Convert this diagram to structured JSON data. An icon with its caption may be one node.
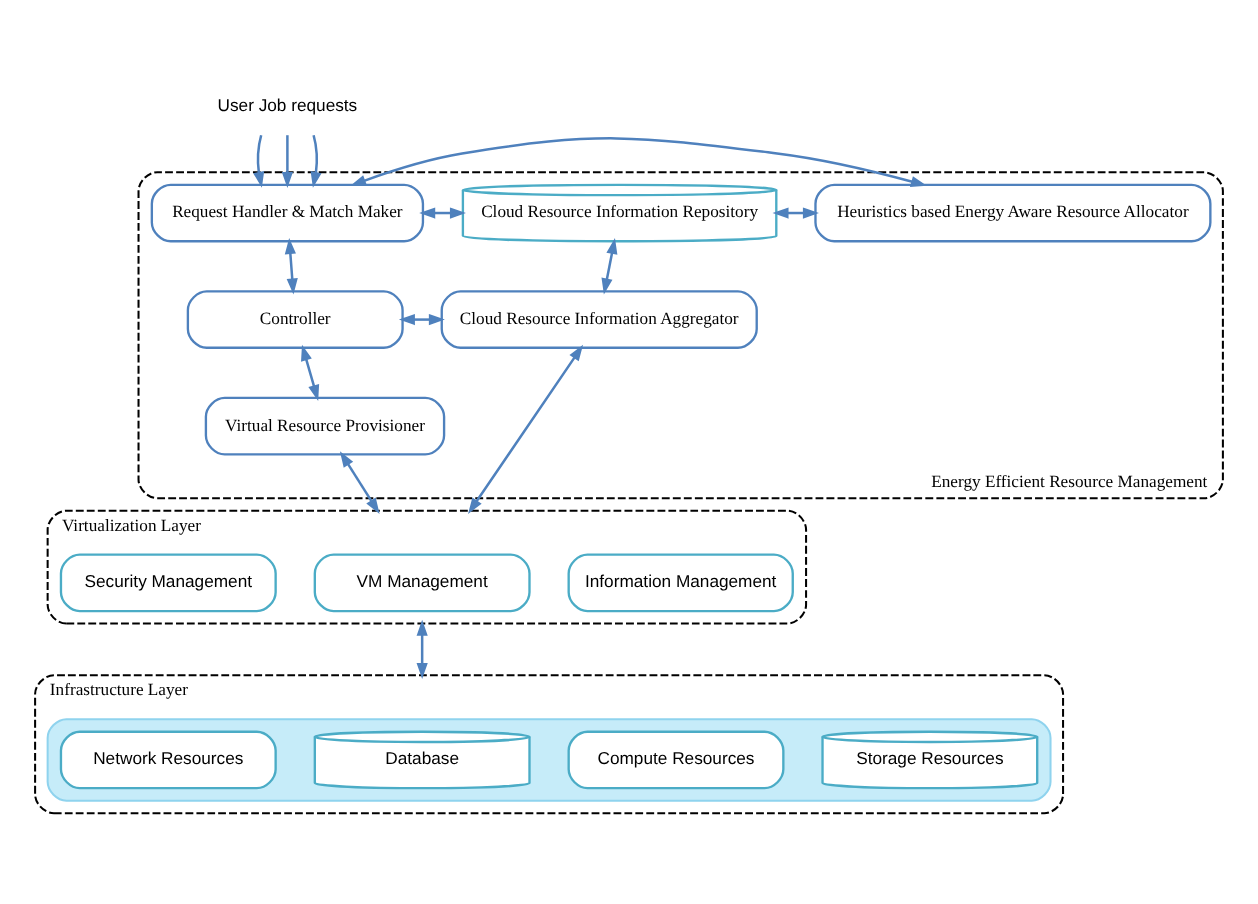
{
  "diagram": {
    "nodes": [
      {
        "text": [
          "Energy Efficient Resource Management"
        ]
      },
      {
        "text": [
          "Request Handler & Match Maker"
        ],
        "in": 0
      },
      {
        "text": [
          "Heuristics based Energy Aware Resource Allocator"
        ],
        "in": 0
      },
      {
        "text": [
          "Cloud Resource Information Repository"
        ],
        "in": 0
      },
      {
        "text": [
          "Controller"
        ],
        "in": 0
      },
      {
        "text": [
          "Cloud Resource Information Aggregator"
        ],
        "in": 0
      },
      {
        "text": [
          "Virtual Resource Provisioner"
        ],
        "in": 0
      },
      {
        "text": [
          "Virtualization Layer"
        ]
      },
      {
        "text": [
          "Information Management"
        ],
        "in": 7
      },
      {
        "text": [
          "VM Management"
        ],
        "in": 7
      },
      {
        "text": [
          "Security Management"
        ],
        "in": 7
      },
      {
        "text": [
          "Infrastructure Layer"
        ]
      },
      {
        "text": [],
        "shape": "cloud",
        "in": 11
      },
      {
        "text": [
          "Storage Resources"
        ],
        "in": 12
      },
      {
        "text": [
          "Compute Resources"
        ],
        "in": 12
      },
      {
        "text": [
          "Database"
        ],
        "in": 12
      },
      {
        "text": [
          "Network Resources"
        ],
        "in": 12
      },
      {
        "text": [
          "User Job requests"
        ]
      }
    ],
    "edges": [
      {
        "from": 17,
        "to": 1,
        "arrow": "to"
      },
      {
        "from": 17,
        "to": 1,
        "arrow": "to"
      },
      {
        "from": 17,
        "to": 1,
        "arrow": "to"
      },
      {
        "from": 3,
        "to": 1,
        "arrow": "both"
      },
      {
        "from": 1,
        "to": 2,
        "arrow": "both"
      },
      {
        "from": 1,
        "to": 4,
        "arrow": "both"
      },
      {
        "from": 3,
        "to": 2,
        "arrow": "both"
      },
      {
        "from": 3,
        "to": 5,
        "arrow": "both"
      },
      {
        "from": 4,
        "to": 5,
        "arrow": "both"
      },
      {
        "from": 4,
        "to": 6,
        "arrow": "both"
      },
      {
        "from": 6,
        "to": 7,
        "arrow": "both"
      },
      {
        "from": 5,
        "to": 7,
        "arrow": "both"
      },
      {
        "from": 7,
        "to": 11,
        "arrow": "both"
      }
    ]
  }
}
